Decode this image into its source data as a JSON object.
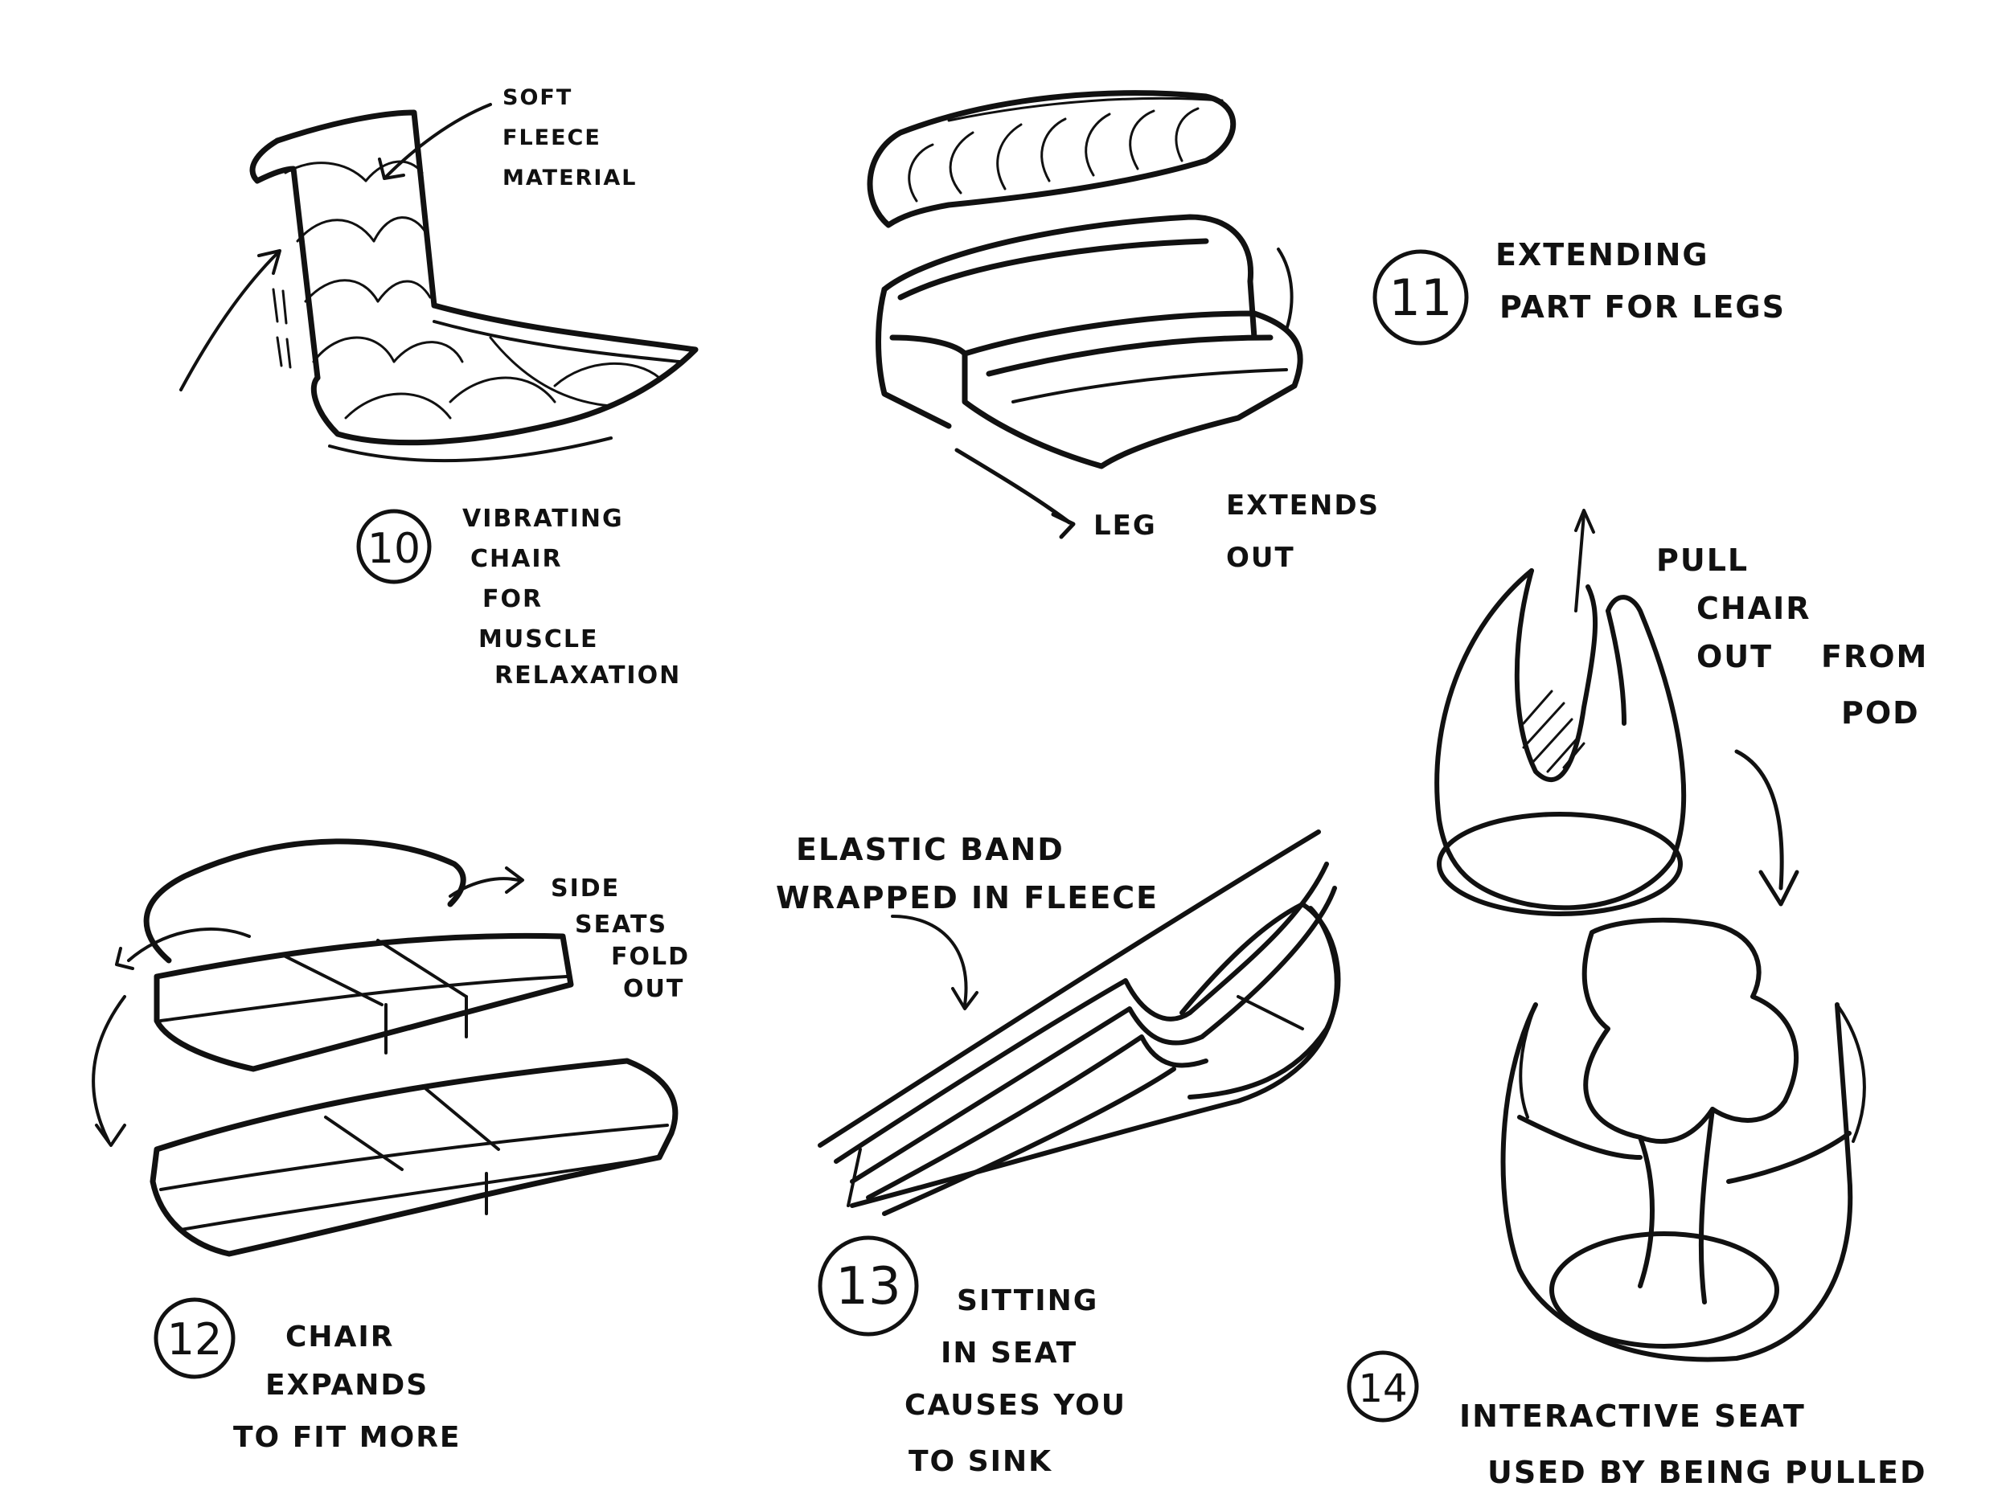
{
  "sketches": [
    {
      "number": "10",
      "caption_lines": [
        "VIBRATING",
        "CHAIR",
        "FOR",
        "MUSCLE",
        "RELAXATION"
      ],
      "callout_lines": [
        "SOFT",
        "FLEECE",
        "MATERIAL"
      ]
    },
    {
      "number": "11",
      "caption_lines": [
        "EXTENDING",
        "PART FOR LEGS"
      ],
      "callout_lines": [
        "LEG",
        "EXTENDS",
        "OUT"
      ]
    },
    {
      "number": "12",
      "caption_lines": [
        "CHAIR",
        "EXPANDS",
        "TO FIT MORE"
      ],
      "callout_lines": [
        "SIDE",
        "SEATS",
        "FOLD",
        "OUT"
      ]
    },
    {
      "number": "13",
      "caption_lines": [
        "SITTING",
        "IN SEAT",
        "CAUSES YOU",
        "TO SINK"
      ],
      "callout_lines": [
        "ELASTIC BAND",
        "WRAPPED IN FLEECE"
      ]
    },
    {
      "number": "14",
      "caption_lines": [
        "INTERACTIVE SEAT",
        "USED BY BEING PULLED"
      ],
      "callout_lines": [
        "PULL",
        "CHAIR",
        "OUT",
        "FROM",
        "POD"
      ]
    }
  ]
}
